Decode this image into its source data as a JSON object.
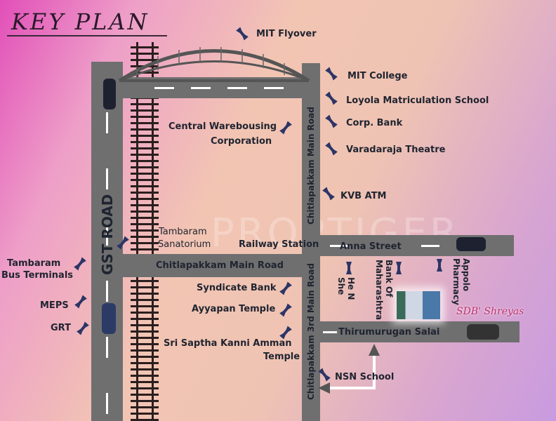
{
  "title": "KEY PLAN",
  "roads": {
    "gst": "GST ROAD",
    "main_h": "Chitlapakkam Main Road",
    "main_v": "Chitlapakkam Main Road",
    "third": "Chitlapakkam 3rd Main Road",
    "anna": "Anna Street",
    "thiru": "Thirumurugan Salai"
  },
  "landmarks": {
    "mit_flyover": "MIT Flyover",
    "mit_college": "MIT College",
    "loyola": "Loyola Matriculation School",
    "corp_bank": "Corp. Bank",
    "varadaraja": "Varadaraja Theatre",
    "kvb": "KVB ATM",
    "central_1": "Central Warebousing",
    "central_2": "Corporation",
    "tambaram_1": "Tambaram",
    "tambaram_2": "Sanatorium",
    "railway": "Railway Station",
    "bus_1": "Tambaram",
    "bus_2": "Bus Terminals",
    "meps": "MEPS",
    "grt": "GRT",
    "syndicate": "Syndicate Bank",
    "ayyapan": "Ayyapan Temple",
    "saptha_1": "Sri Saptha Kanni Amman",
    "saptha_2": "Temple",
    "henshe_1": "He N",
    "henshe_2": "She",
    "bom_1": "Bank Of",
    "bom_2": "Maharashtra",
    "appolo_1": "Appolo",
    "appolo_2": "Pharmacy",
    "nsn": "NSN School"
  },
  "project": "SDB' Shreyas",
  "watermark": "PROPTIGER",
  "colors": {
    "road": "#6f6f70",
    "pin": "#2c3566",
    "project": "#c0306f"
  }
}
